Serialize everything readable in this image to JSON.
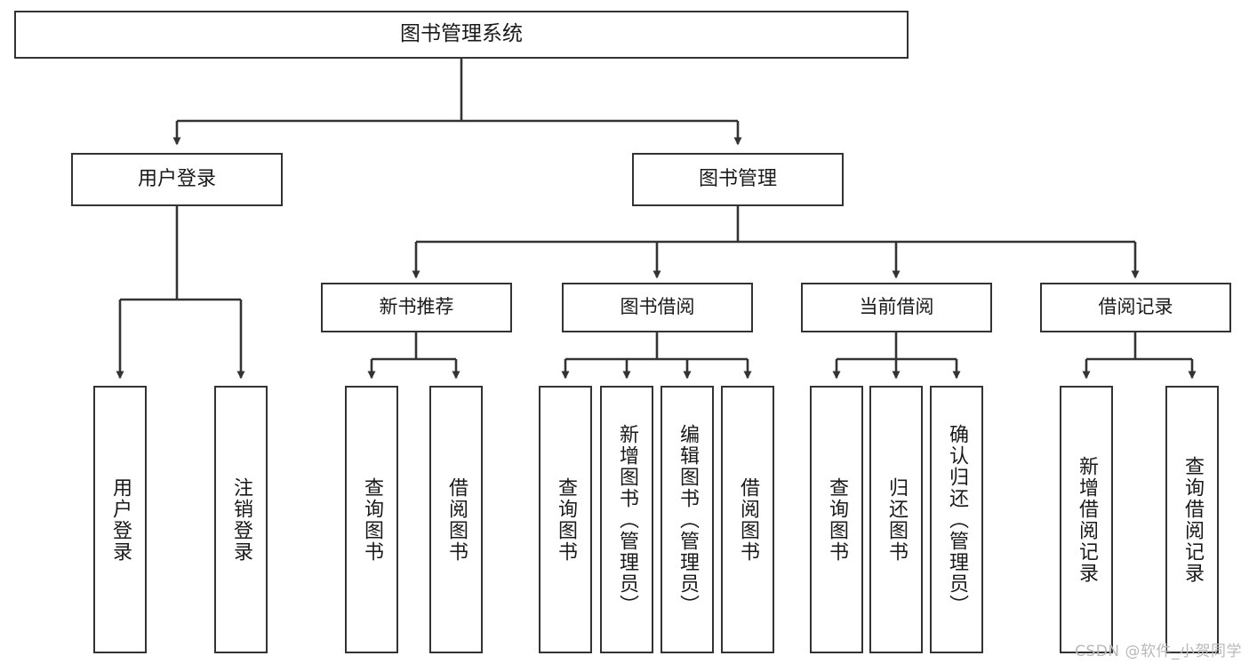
{
  "diagram": {
    "title": "图书管理系统",
    "type": "tree-hierarchy-diagram",
    "watermark": "CSDN @软件_小贺同学",
    "colors": {
      "box_border": "#333333",
      "box_fill": "#ffffff",
      "connector": "#333333",
      "text": "#1a1a1a",
      "watermark": "#b9b9b9",
      "background": "#ffffff"
    },
    "nodes": {
      "root": {
        "label": "图书管理系统"
      },
      "level1": [
        {
          "id": "user-login",
          "label": "用户登录"
        },
        {
          "id": "book-management",
          "label": "图书管理"
        }
      ],
      "level2": [
        {
          "id": "new-book-recommend",
          "label": "新书推荐"
        },
        {
          "id": "book-borrow",
          "label": "图书借阅"
        },
        {
          "id": "current-borrow",
          "label": "当前借阅"
        },
        {
          "id": "borrow-record",
          "label": "借阅记录"
        }
      ],
      "leaves": {
        "user-login": [
          {
            "id": "leaf-user-login",
            "label": "用户登录"
          },
          {
            "id": "leaf-user-logout",
            "label": "注销登录"
          }
        ],
        "new-book-recommend": [
          {
            "id": "leaf-query-book-1",
            "label": "查询图书"
          },
          {
            "id": "leaf-borrow-book-1",
            "label": "借阅图书"
          }
        ],
        "book-borrow": [
          {
            "id": "leaf-query-book-2",
            "label": "查询图书"
          },
          {
            "id": "leaf-add-book",
            "label": "新增图书（管理员）"
          },
          {
            "id": "leaf-edit-book",
            "label": "编辑图书（管理员）"
          },
          {
            "id": "leaf-borrow-book-2",
            "label": "借阅图书"
          }
        ],
        "current-borrow": [
          {
            "id": "leaf-query-book-3",
            "label": "查询图书"
          },
          {
            "id": "leaf-return-book",
            "label": "归还图书"
          },
          {
            "id": "leaf-confirm-return",
            "label": "确认归还（管理员）"
          }
        ],
        "borrow-record": [
          {
            "id": "leaf-add-record",
            "label": "新增借阅记录"
          },
          {
            "id": "leaf-query-record",
            "label": "查询借阅记录"
          }
        ]
      }
    }
  }
}
